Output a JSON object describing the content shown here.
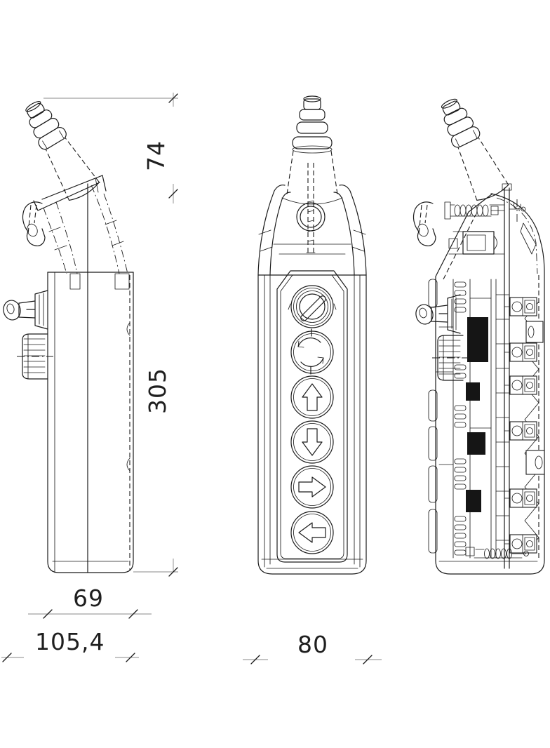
{
  "drawing": {
    "background": "#ffffff",
    "line_color": "#1b1b1b",
    "dimensions": {
      "gland_height": "74",
      "body_height": "305",
      "body_depth": "69",
      "overall_depth": "105,4",
      "front_width": "80"
    },
    "front_button_icons": [
      "key-selector-icon",
      "emergency-stop-rotate-icon",
      "arrow-up-icon",
      "arrow-down-icon",
      "arrow-right-icon",
      "arrow-left-icon"
    ]
  }
}
